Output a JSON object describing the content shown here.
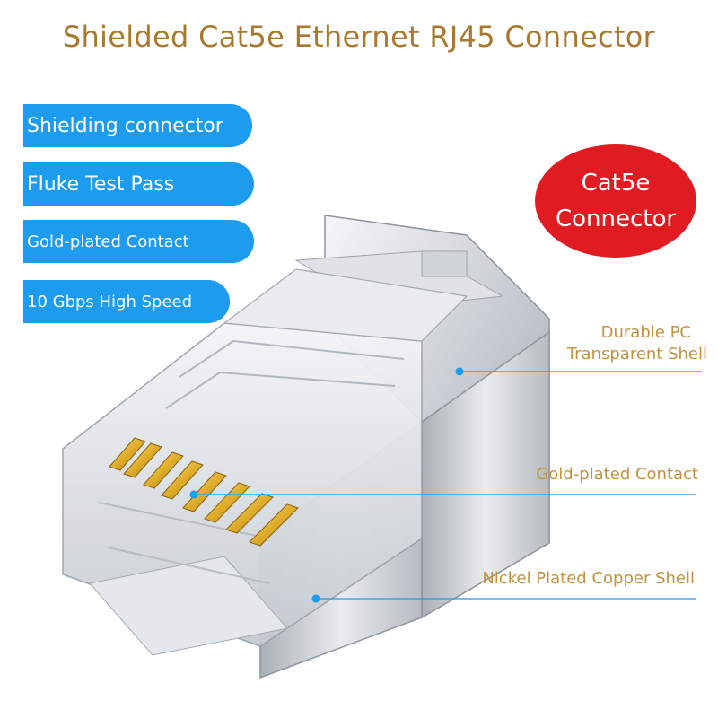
{
  "title": "Shielded Cat5e Ethernet RJ45 Connector",
  "features": [
    "Shielding connector",
    "Fluke Test Pass",
    "Gold-plated Contact",
    "10 Gbps High Speed"
  ],
  "badge": {
    "line1": "Cat5e",
    "line2": "Connector"
  },
  "callouts": {
    "pc_line1": "Durable PC",
    "pc_line2": "Transparent Shell",
    "gold": "Gold-plated Contact",
    "nickel": "Nickel Plated Copper Shell"
  },
  "colors": {
    "title": "#a8792e",
    "pill": "#1c9bef",
    "badge": "#e11b22",
    "callout_text": "#c1923d",
    "callout_line": "#1c9bef"
  }
}
